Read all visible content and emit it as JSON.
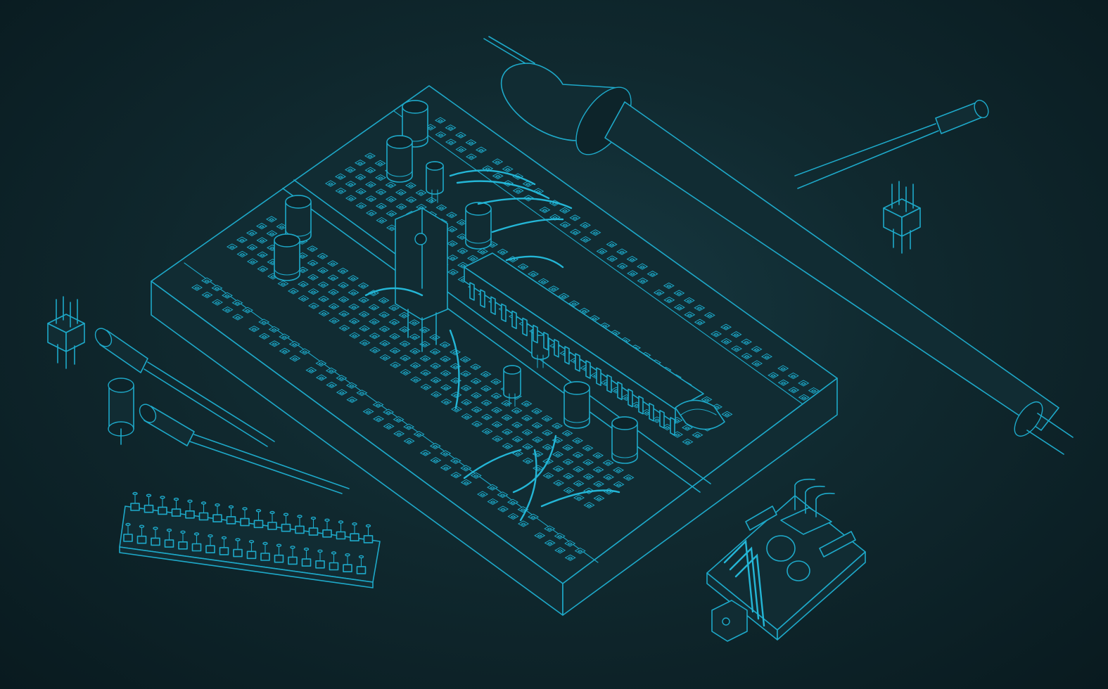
{
  "scene": {
    "background_color": "#10292f",
    "line_color": "#1ea9c9"
  },
  "parts": {
    "breadboard": "breadboard",
    "soldering_iron": "soldering-iron",
    "pin_header_strip": "pin-header-strip",
    "sensor_module": "sensor-module",
    "electrolytic_capacitors": "electrolytic-capacitor",
    "pin_headers": "pin-header",
    "voltage_regulator": "voltage-regulator",
    "crystal_oscillator": "crystal-oscillator",
    "ic_chip": "ic-chip",
    "jumper_wires": "jumper-wire"
  }
}
